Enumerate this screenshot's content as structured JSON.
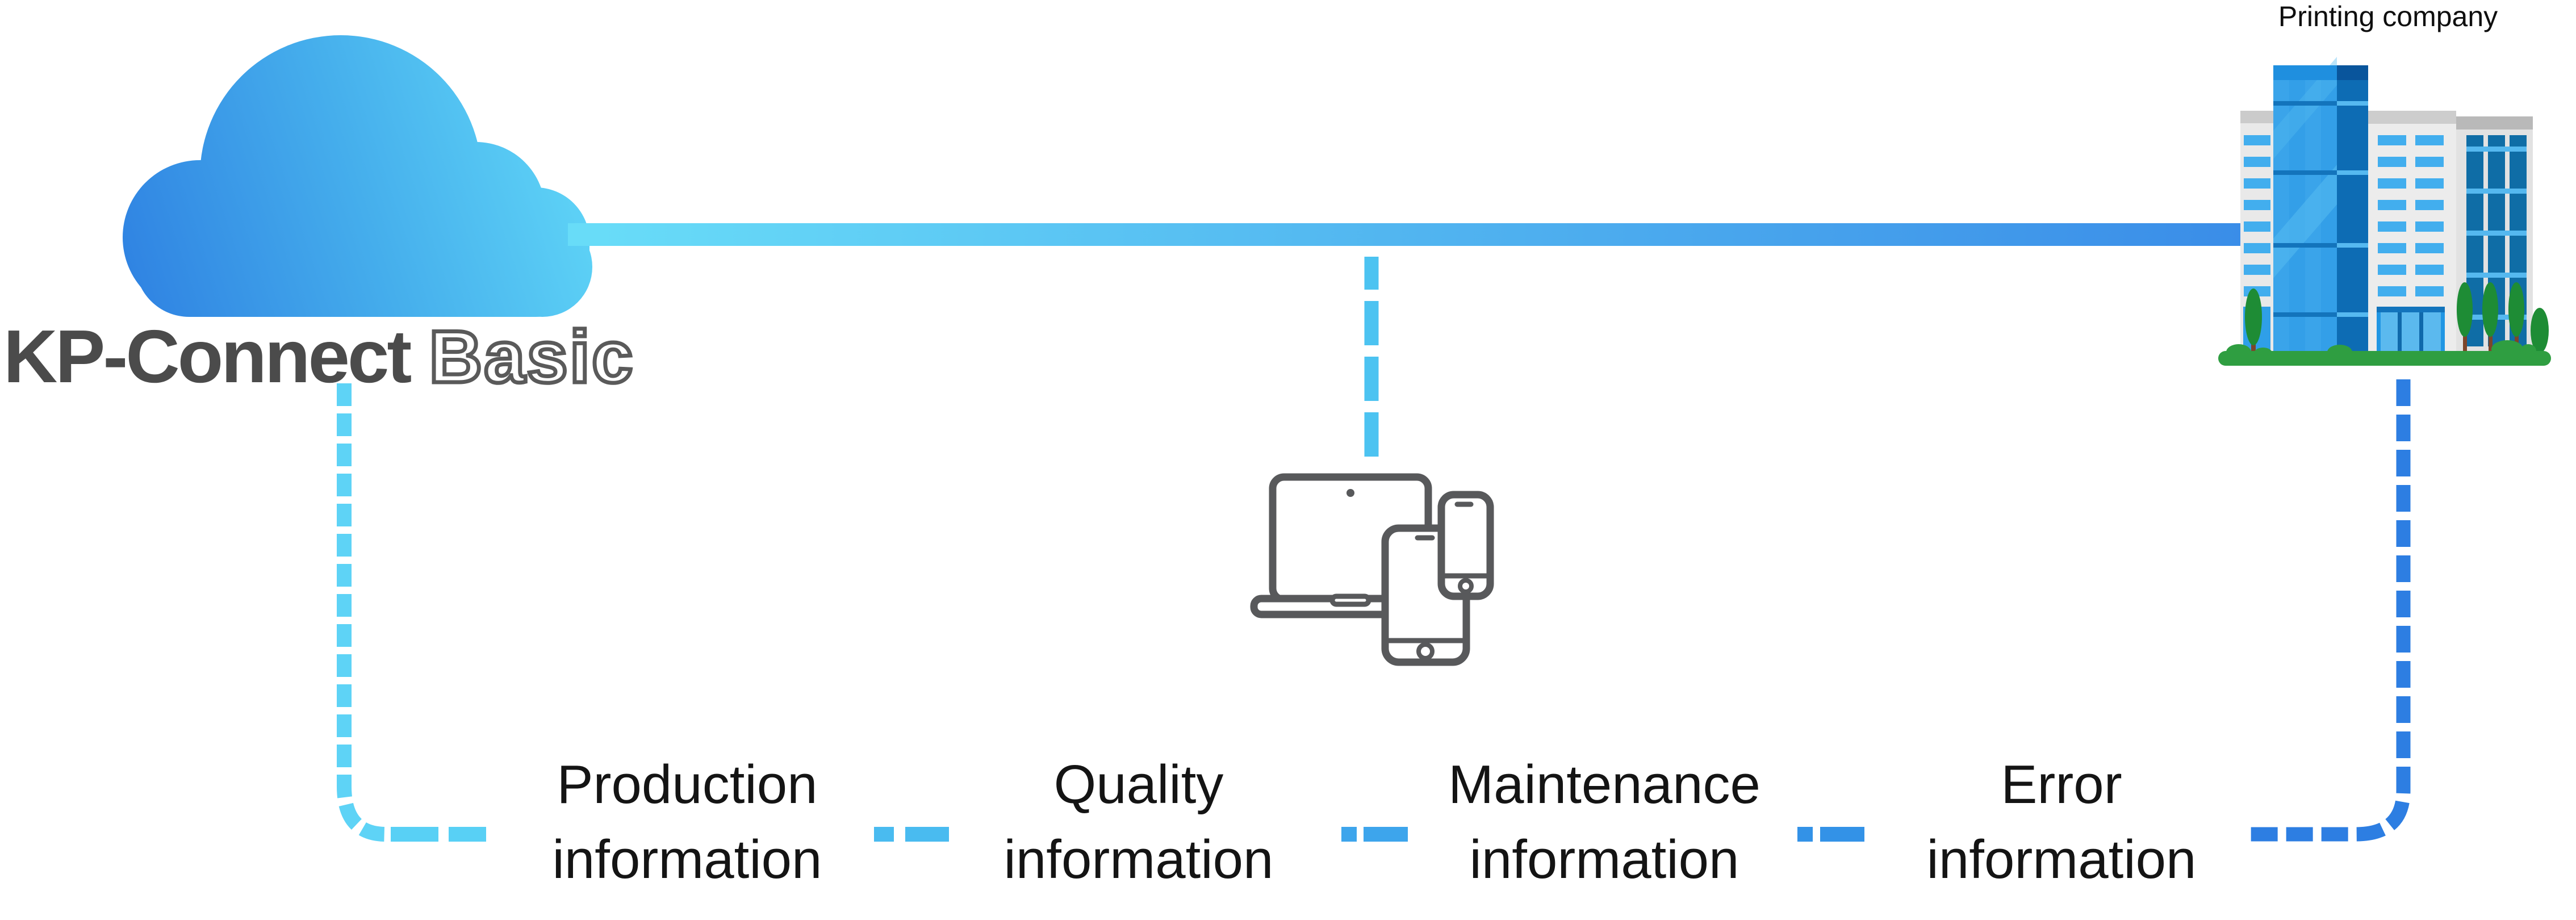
{
  "logo": {
    "brand": "KP-Connect",
    "variant": "Basic"
  },
  "building": {
    "label": "Printing company"
  },
  "info_labels": [
    {
      "line1": "Production",
      "line2": "information"
    },
    {
      "line1": "Quality",
      "line2": "information"
    },
    {
      "line1": "Maintenance",
      "line2": "information"
    },
    {
      "line1": "Error",
      "line2": "information"
    }
  ],
  "icons": [
    "cloud-icon",
    "laptop-icon",
    "tablet-icon",
    "phone-icon",
    "building-icon",
    "tree-icon",
    "grass-icon"
  ],
  "colors": {
    "cloud_gradient_start": "#2f82e2",
    "cloud_gradient_end": "#62d9f8",
    "line_gradient_start": "#68dcf8",
    "line_gradient_end": "#3a8de8",
    "dash_left": "#5ed3f6",
    "dash_middle": "#4cc3f1",
    "dash_pair_1": "#49bbf0",
    "dash_pair_2": "#3da5ec",
    "dash_pair_3": "#3392e7",
    "dash_right": "#2d7ee2",
    "device_outline": "#58595b",
    "logo_text": "#4b4b4b",
    "label_text": "#141414",
    "building_glass_light": "#3aa4ea",
    "building_glass_dark": "#0d6cb4",
    "building_wall": "#ececec",
    "building_window": "#42aeee",
    "grass_green": "#2f9e41",
    "tree_green": "#1e8c35"
  }
}
